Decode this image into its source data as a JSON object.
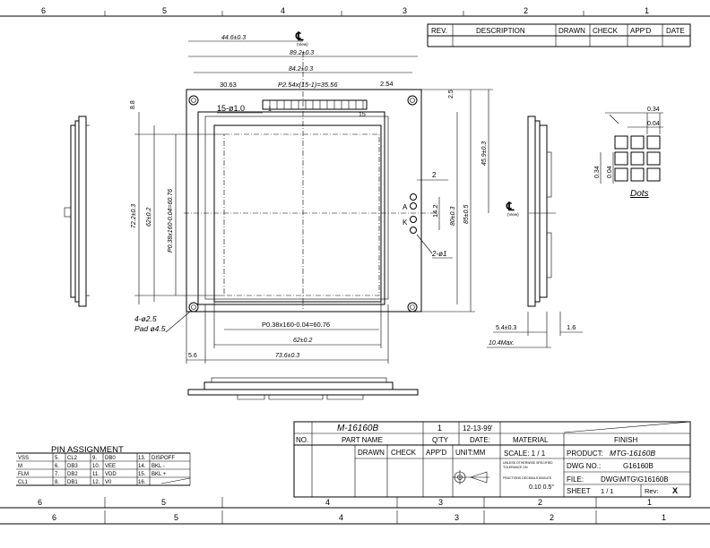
{
  "zone_labels": {
    "top": [
      "6",
      "5",
      "4",
      "3",
      "2",
      "1"
    ],
    "bottom_row1": [
      "6",
      "5",
      "4",
      "3",
      "2",
      "1"
    ],
    "bottom_row2": [
      "6",
      "5",
      "4",
      "3",
      "2",
      "1"
    ]
  },
  "revision_block": {
    "headers": [
      "REV.",
      "DESCRIPTION",
      "DRAWN",
      "CHECK",
      "APP'D",
      "DATE"
    ]
  },
  "dimensions": {
    "d_44_6": "44.6±0.3",
    "d_89_2": "89.2±0.3",
    "d_84_2": "84.2±0.3",
    "d_30_63": "30.63",
    "pitch": "P2.54x(15-1)=35.56",
    "d_2_54": "2.54",
    "d_2_5": "2.5",
    "holes15": "15-ø1.0",
    "pin1": "1",
    "pin15": "15",
    "d_8_8": "8.8",
    "d_72_2": "72.2±0.3",
    "d_62v": "62±0.2",
    "pv": "P0.38x160-0.04=60.76",
    "d_45_9": "45.9±0.3",
    "d_80v": "80±0.3",
    "d_85_5": "85±0.5",
    "d_14_2": "14.2",
    "d_2": "2",
    "led_a": "A",
    "led_k": "K",
    "holes2": "2-ø1",
    "holes4": "4-ø2.5",
    "pad": "Pad ø4.5",
    "ph": "P0.38x160-0.04=60.76",
    "d_62h": "62±0.2",
    "d_73_6": "73.6±0.3",
    "d_5_6": "5.6",
    "d_5_4": "5.4±0.3",
    "d_10_4": "10.4Max.",
    "d_1_6": "1.6",
    "d_0_34a": "0.34",
    "d_0_04a": "0.04",
    "d_0_34b": "0.34",
    "d_0_04b": "0.04",
    "dots": "Dots",
    "view": "(View)"
  },
  "pin_assignment": {
    "title": "PIN ASSIGNMENT",
    "rows": [
      [
        "VSS",
        "5.",
        "CL2",
        "9.",
        "DB0",
        "13.",
        "DISPOFF"
      ],
      [
        "M",
        "6.",
        "DB3",
        "10.",
        "VEE",
        "14.",
        "BKL  -"
      ],
      [
        "FLM",
        "7.",
        "DB2",
        "11.",
        "VDD",
        "15.",
        "BKL  +"
      ],
      [
        "CL1",
        "8.",
        "DB1",
        "12.",
        "V0",
        "16.",
        ""
      ]
    ]
  },
  "title_block": {
    "part_name": "M-16160B",
    "qty": "1",
    "date": "12-13-99'",
    "h_no": "NO.",
    "h_part": "PART NAME",
    "h_qty": "Q'TY",
    "h_date": "DATE:",
    "h_material": "MATERIAL",
    "h_finish": "FINISH",
    "h_drawn": "DRAWN",
    "h_check": "CHECK",
    "h_appd": "APP'D",
    "unit": "UNIT:MM",
    "scale": "SCALE: 1 / 1",
    "note1": "UNLESS OTHERWISE SPECIFIED",
    "note2": "TOLERANCE ON",
    "note3": "FRACTIONS DECIMALS ANGLES",
    "tol": "0.10  0.5°",
    "product_label": "PRODUCT:",
    "product": "MTG-16160B",
    "dwg_label": "DWG NO.:",
    "dwg": "G16160B",
    "file_label": "FILE:",
    "file": "DWG\\MTG\\G16160B",
    "sheet_label": "SHEET",
    "sheet": "1  /  1",
    "rev_label": "Rev:",
    "rev": "X"
  }
}
